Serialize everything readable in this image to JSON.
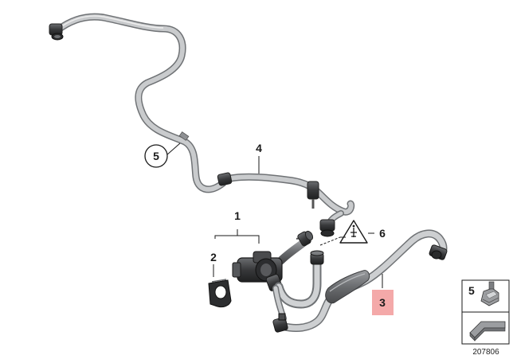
{
  "diagram": {
    "callouts": [
      {
        "id": "c1",
        "label": "1"
      },
      {
        "id": "c2",
        "label": "2"
      },
      {
        "id": "c3",
        "label": "3",
        "highlighted": true
      },
      {
        "id": "c4",
        "label": "4"
      },
      {
        "id": "c5",
        "label": "5"
      },
      {
        "id": "c6",
        "label": "6"
      }
    ],
    "legend": {
      "item_label": "5"
    },
    "reference_number": "207806",
    "colors": {
      "pipe": "#b4b6b8",
      "pipe_edge": "#6f7275",
      "dark_part": "#3c3d3f",
      "highlight": "#f4a9a9"
    }
  }
}
